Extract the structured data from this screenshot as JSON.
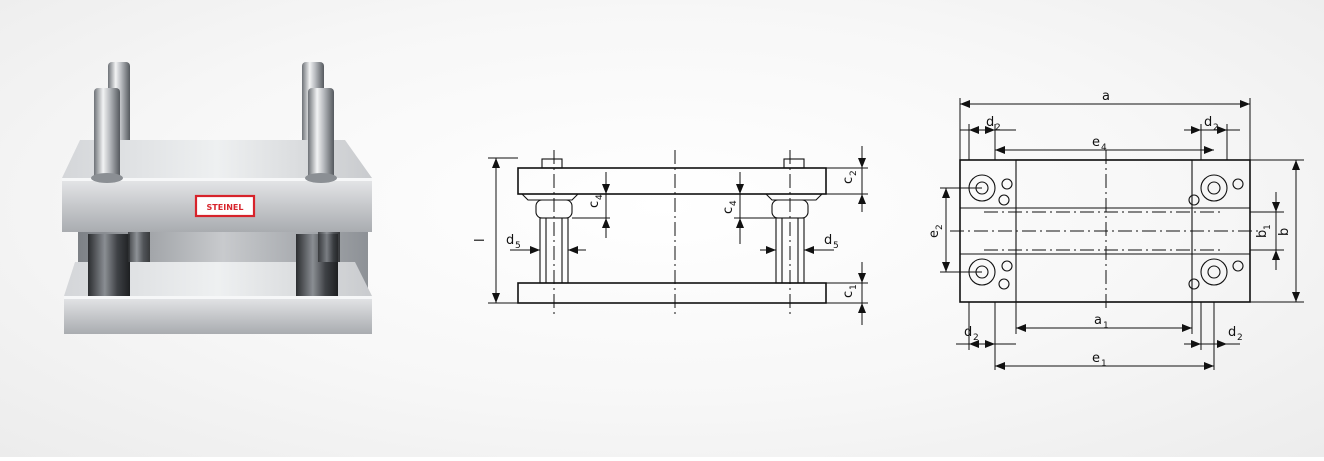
{
  "photo": {
    "brand_logo": "STEINEL",
    "brand_color": "#d7232b",
    "steel_color": "#b9bcc0"
  },
  "side_view": {
    "labels": {
      "l": "l",
      "c1": "c",
      "c1_sub": "1",
      "c2": "c",
      "c2_sub": "2",
      "c4": "c",
      "c4_sub": "4",
      "d5": "d",
      "d5_sub": "5"
    }
  },
  "top_view": {
    "labels": {
      "a": "a",
      "a1": "a",
      "a1_sub": "1",
      "b": "b",
      "b1": "b",
      "b1_sub": "1",
      "d2": "d",
      "d2_sub": "2",
      "e1": "e",
      "e1_sub": "1",
      "e2": "e",
      "e2_sub": "2",
      "e4": "e",
      "e4_sub": "4"
    }
  }
}
